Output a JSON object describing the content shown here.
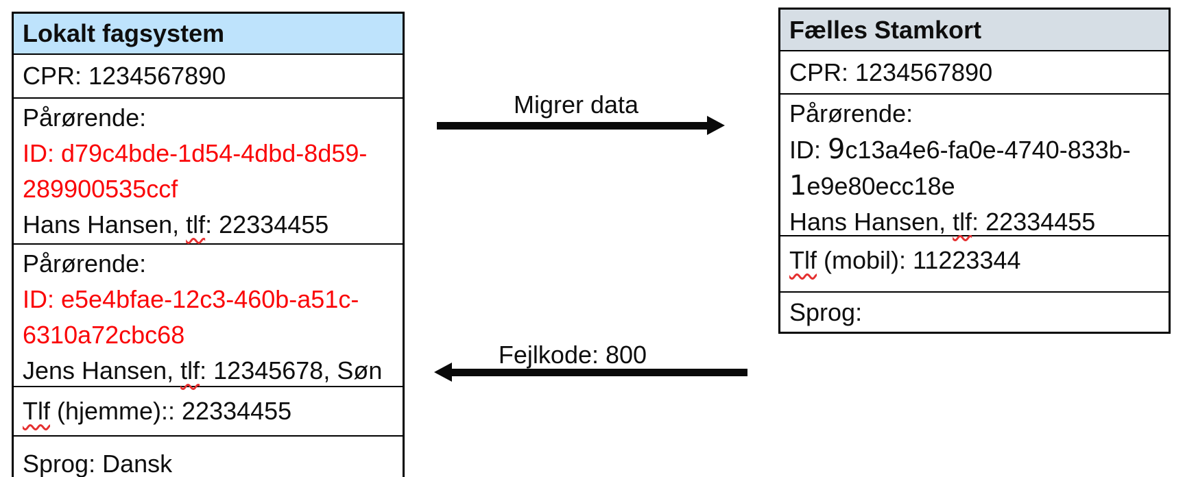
{
  "left_box": {
    "title": "Lokalt fagsystem",
    "cpr": "CPR: 1234567890",
    "relative1": {
      "label": "Pårørende:",
      "id_line1": "ID: d79c4bde-1d54-4dbd-8d59-",
      "id_line2": "289900535ccf",
      "person_pre": "Hans Hansen, ",
      "person_tlf": "tlf",
      "person_post": ": 22334455"
    },
    "relative2": {
      "label": "Pårørende:",
      "id_line1": "ID: e5e4bfae-12c3-460b-a51c-",
      "id_line2": "6310a72cbc68",
      "person_pre": "Jens Hansen, ",
      "person_tlf": "tlf",
      "person_post": ": 12345678, Søn"
    },
    "phone": {
      "tlf": "Tlf",
      "rest": " (hjemme):: 22334455"
    },
    "language": "Sprog: Dansk"
  },
  "right_box": {
    "title": "Fælles Stamkort",
    "cpr": "CPR: 1234567890",
    "relative": {
      "label": "Pårørende:",
      "id_prefix": "ID: ",
      "id_line1_first": "9",
      "id_line1_rest": "c13a4e6-fa0e-4740-833b-",
      "id_line2_first": "1",
      "id_line2_rest": "e9e80ecc18e",
      "person_pre": "Hans Hansen, ",
      "person_tlf": "tlf",
      "person_post": ": 22334455"
    },
    "phone": {
      "tlf": "Tlf",
      "rest": " (mobil): 11223344"
    },
    "language": "Sprog:"
  },
  "arrows": {
    "migrate_label": "Migrer data",
    "migrate_direction": "right",
    "error_label": "Fejlkode: 800",
    "error_direction": "left"
  },
  "colors": {
    "left_header_bg": "#bee3fc",
    "right_header_bg": "#d6dee5",
    "id_red": "#fa0507",
    "squiggle_red": "#e53030",
    "border_black": "#000000"
  }
}
